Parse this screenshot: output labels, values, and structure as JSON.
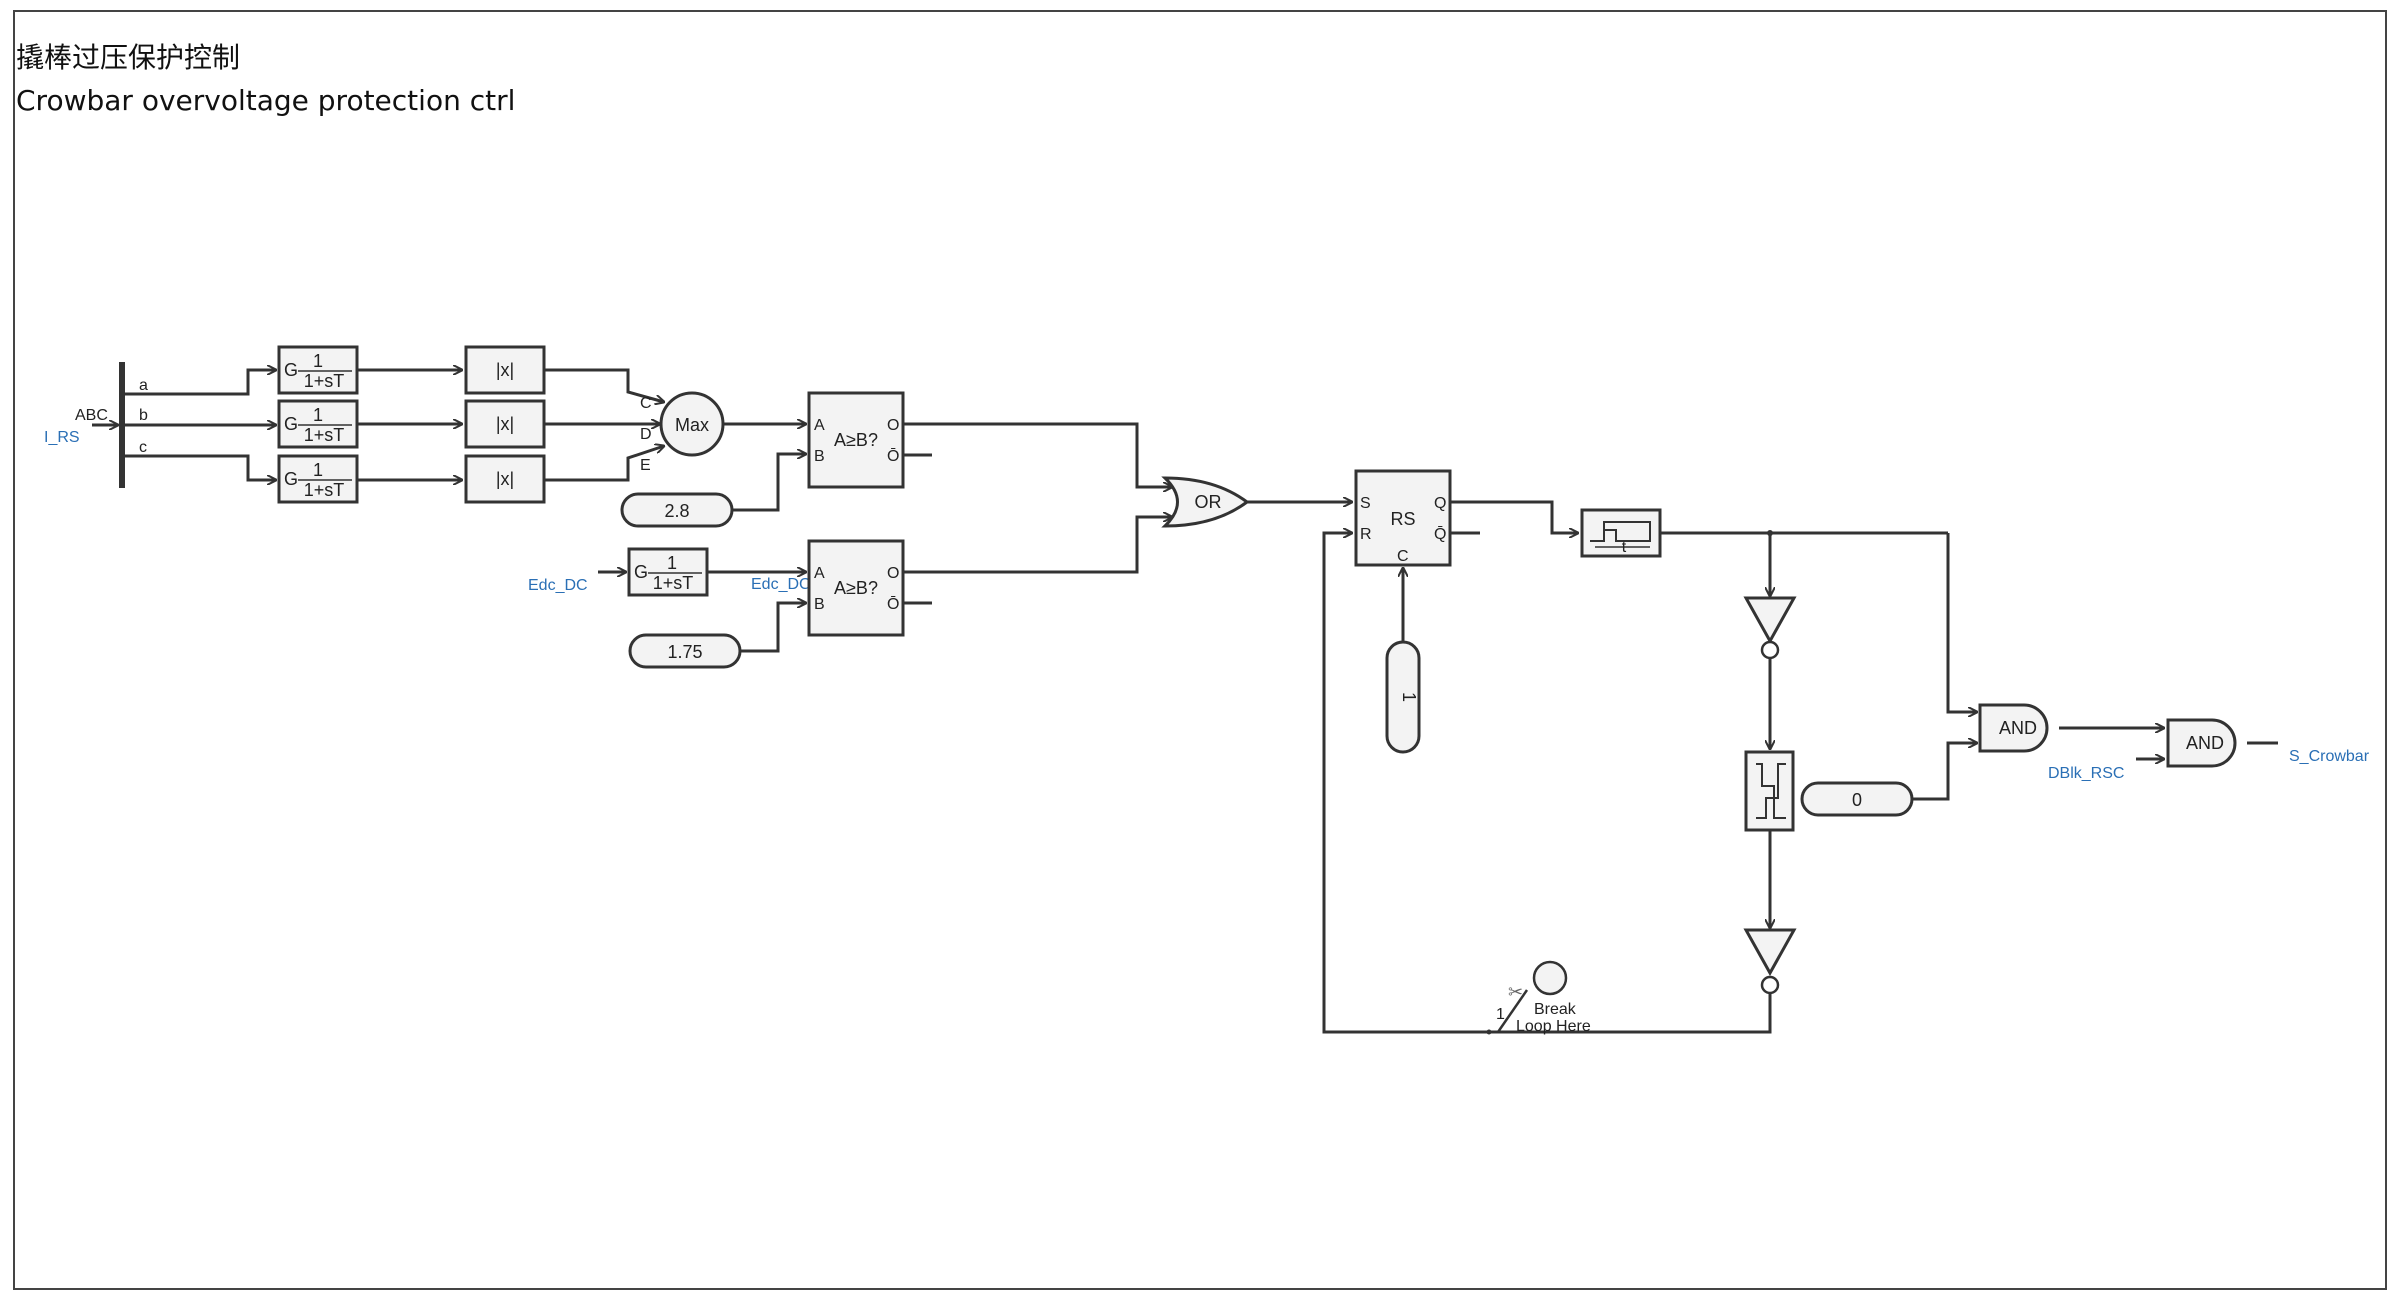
{
  "title": {
    "zh": "撬棒过压保护控制",
    "en": "Crowbar overvoltage protection ctrl"
  },
  "signals": {
    "i_rs": "I_RS",
    "abc": "ABC",
    "phase_a": "a",
    "phase_b": "b",
    "phase_c": "c",
    "edc_dc": "Edc_DC",
    "edc_dc_filt": "Edc_DC_Filt",
    "dblk_rsc": "DBlk_RSC",
    "s_crowbar": "S_Crowbar"
  },
  "blocks": {
    "lowpass": {
      "g": "G",
      "num": "1",
      "den": "1+sT"
    },
    "abs": "|x|",
    "max": {
      "label": "Max",
      "in_c": "C",
      "in_d": "D",
      "in_e": "E"
    },
    "compare": {
      "label": "A≥B?",
      "in_a": "A",
      "in_b": "B",
      "out_o": "O",
      "out_obar": "Ō"
    },
    "const_28": "2.8",
    "const_175": "1.75",
    "or_gate": "OR",
    "rs": {
      "label": "RS",
      "s": "S",
      "r": "R",
      "c": "C",
      "q": "Q",
      "qbar": "Q̄"
    },
    "const_1": "1",
    "delay_t": "t",
    "const_0": "0",
    "and_gate": "AND",
    "break_loop": {
      "num": "1",
      "line1": "Break",
      "line2": "Loop Here"
    }
  }
}
